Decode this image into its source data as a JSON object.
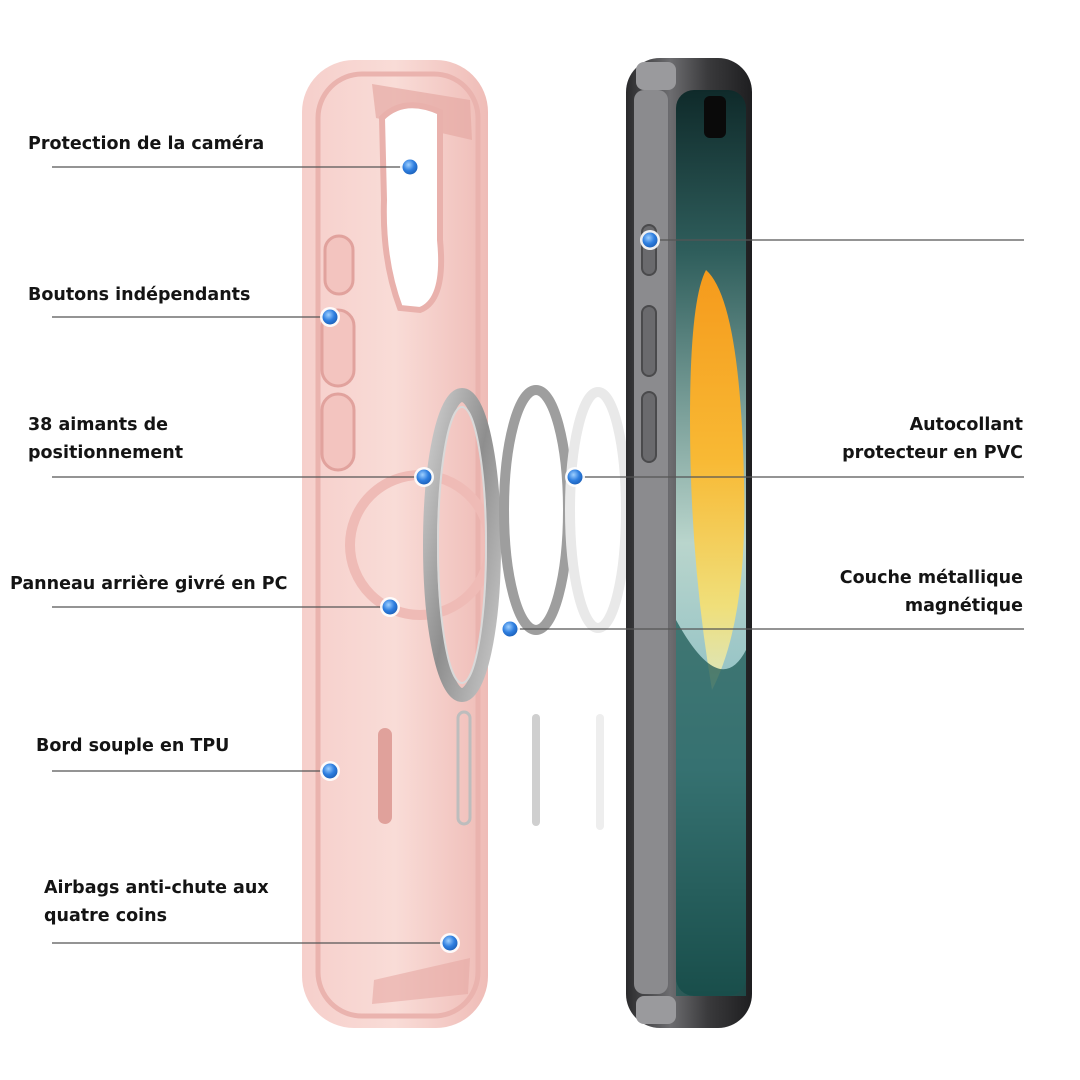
{
  "callouts_left": [
    {
      "name": "callout-camera-protection",
      "lines": [
        "Protection de la caméra"
      ]
    },
    {
      "name": "callout-independent-buttons",
      "lines": [
        "Boutons indépendants"
      ]
    },
    {
      "name": "callout-positioning-magnets",
      "lines": [
        "38 aimants de",
        "positionnement"
      ]
    },
    {
      "name": "callout-frosted-back-panel",
      "lines": [
        "Panneau arrière givré en PC"
      ]
    },
    {
      "name": "callout-soft-tpu-edge",
      "lines": [
        "Bord souple en TPU"
      ]
    },
    {
      "name": "callout-corner-airbags",
      "lines": [
        "Airbags anti-chute aux",
        "quatre coins"
      ]
    }
  ],
  "callouts_right": [
    {
      "name": "callout-pvc-sticker",
      "lines": [
        "Autocollant",
        "protecteur en PVC"
      ]
    },
    {
      "name": "callout-magnetic-metal-layer",
      "lines": [
        "Couche métallique",
        "magnétique"
      ]
    }
  ],
  "colors": {
    "case_pink": "#f4c4c0",
    "case_pink_light": "#f9dcd7",
    "case_pink_shadow": "#e6a9a4",
    "marker_blue": "#2f7fe0",
    "leader_line": "#555555",
    "text": "#141414",
    "ring_metal": "#a3a3a3",
    "phone_frame": "#3b3b3d"
  },
  "icons": {
    "marker": "blue-dot-marker-icon"
  }
}
